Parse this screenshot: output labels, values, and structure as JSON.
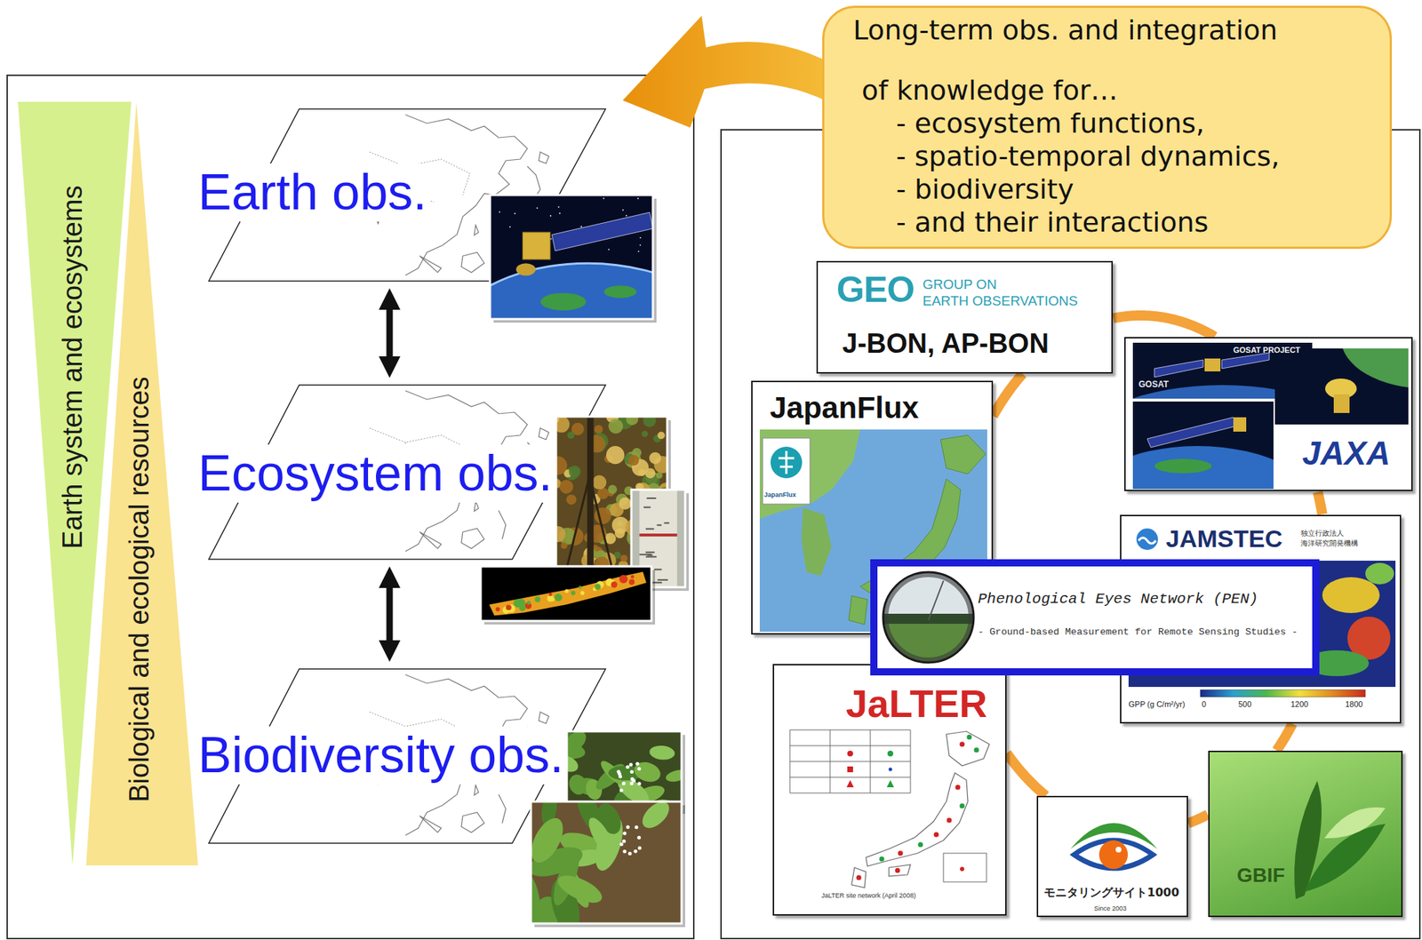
{
  "diagram": {
    "nodes": [
      {
        "text": [
          "Earth system and ecosystems"
        ]
      },
      {
        "text": [
          "Biological and ecological resources"
        ]
      },
      {
        "text": [
          "Earth obs."
        ]
      },
      {
        "text": [
          "Ecosystem obs."
        ]
      },
      {
        "text": [
          "Biodiversity obs."
        ]
      },
      {
        "text": [
          "Long-term obs. and integration",
          "of knowledge for…",
          "- ecosystem functions,",
          "- spatio-temporal dynamics,",
          "- biodiversity",
          "- and their interactions"
        ]
      },
      {
        "text": [
          "GEO",
          "GROUP ON",
          "EARTH OBSERVATIONS",
          "J-BON,  AP-BON"
        ]
      },
      {
        "text": [
          "GOSAT PROJECT",
          "GOSAT",
          "JAXA"
        ]
      },
      {
        "text": [
          "JapanFlux",
          "JapanFlux"
        ]
      },
      {
        "text": [
          "JAMSTEC",
          "独立行政法人",
          "海洋研究開発機構",
          "GPP (g C/m²/yr)",
          "0",
          "500",
          "1200",
          "1800"
        ]
      },
      {
        "text": [
          "Phenological Eyes Network (PEN)",
          "- Ground-based Measurement for Remote Sensing Studies -"
        ]
      },
      {
        "text": [
          "JaLTER",
          "JaLTER site network (April 2008)"
        ]
      },
      {
        "text": [
          "モニタリングサイト1000",
          "Since 2003"
        ]
      },
      {
        "text": [
          "GBIF"
        ]
      }
    ],
    "edges": [
      {
        "from": 2,
        "to": 3,
        "arrow": "both"
      },
      {
        "from": 3,
        "to": 4,
        "arrow": "both"
      },
      {
        "from": 6,
        "to": 7,
        "arrow": "none"
      },
      {
        "from": 7,
        "to": 9,
        "arrow": "none"
      },
      {
        "from": 9,
        "to": 13,
        "arrow": "none"
      },
      {
        "from": 13,
        "to": 12,
        "arrow": "none"
      },
      {
        "from": 12,
        "to": 11,
        "arrow": "none"
      },
      {
        "from": 11,
        "to": 8,
        "arrow": "none"
      },
      {
        "from": 8,
        "to": 6,
        "arrow": "none"
      }
    ]
  }
}
